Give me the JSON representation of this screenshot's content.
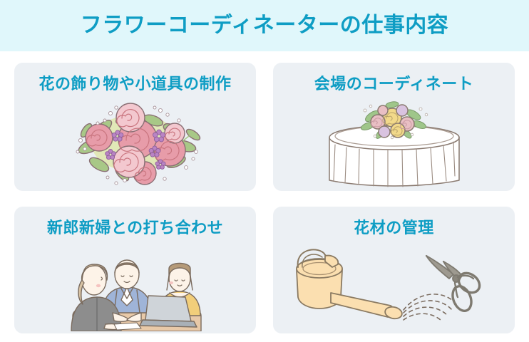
{
  "header": {
    "title": "フラワーコーディネーターの仕事内容",
    "background_color": "#E0F7FB",
    "text_color": "#0E9DC4"
  },
  "page": {
    "background_color": "#FFFFFF",
    "card_background_color": "#ECF0F4",
    "accent_color": "#0E9DC4"
  },
  "cards": [
    {
      "title": "花の飾り物や小道具の制作",
      "illustration": "flower-bouquet-illustration",
      "illustration_description": "pink and light pink roses with green leaves and small purple flowers",
      "colors": {
        "rose_dark": "#E79CA9",
        "rose_light": "#F3C8CF",
        "leaf": "#A8C887",
        "purple_flower": "#B984C4",
        "outline": "#8A6F74"
      }
    },
    {
      "title": "会場のコーディネート",
      "illustration": "round-table-centerpiece-illustration",
      "illustration_description": "round banquet table with white draped cloth and a floral centerpiece",
      "colors": {
        "cloth": "#FFFFFF",
        "outline": "#8A7A70",
        "rose_yellow": "#F2D98A",
        "rose_pink": "#E9BFC4",
        "leaf": "#9FC68A"
      }
    },
    {
      "title": "新郎新婦との打ち合わせ",
      "illustration": "meeting-people-illustration",
      "illustration_description": "three people seated at a table with a laptop during a consultation",
      "colors": {
        "table": "#E8C9A8",
        "shirt_blue": "#9FB4D8",
        "top_yellow": "#F2CE7A",
        "jacket_gray": "#8D8D8D",
        "hair_brown": "#B59A78",
        "laptop": "#BFC4CA",
        "outline": "#7A6B5E"
      }
    },
    {
      "title": "花材の管理",
      "illustration": "watering-can-and-scissors-illustration",
      "illustration_description": "tan watering can with dashed water spray and gray pruning scissors",
      "colors": {
        "can_fill": "#FBDFB0",
        "can_outline": "#8A7A62",
        "scissors": "#7E7A70",
        "water_lines": "#7A6B5E"
      }
    }
  ]
}
